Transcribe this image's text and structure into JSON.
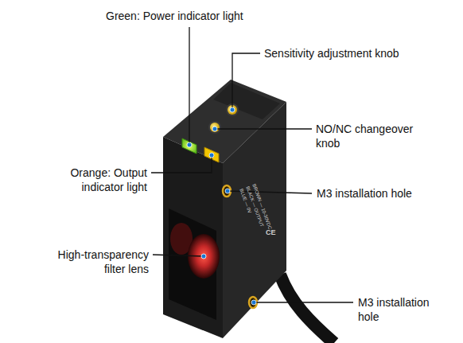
{
  "diagram": {
    "labels": [
      "Green: Power indicator light",
      "Sensitivity adjustment knob",
      "NO/NC changeover knob",
      "Orange: Output indicator light",
      "M3 installation hole",
      "High-transparency filter lens",
      "M3 installation hole",
      "BROWN — 10-30VDC",
      "BLACK — OUTPUT",
      "BLUE — 0V",
      "CE"
    ]
  }
}
